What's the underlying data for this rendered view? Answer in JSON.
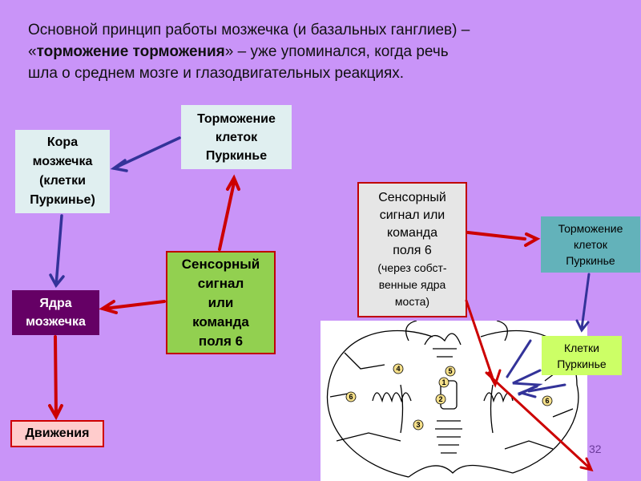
{
  "title": {
    "line1": "Основной принцип работы мозжечка (и базальных ганглиев) –",
    "quote_open": "«",
    "emphasis": "торможение торможения",
    "line2_rest": "» – уже упоминался, когда речь",
    "line3": "шла о среднем мозге и глазодвигательных реакциях."
  },
  "left_diagram": {
    "cortex": [
      "Кора",
      "мозжечка",
      "(клетки",
      "Пуркинье)"
    ],
    "inhibition": [
      "Торможение",
      "клеток",
      "Пуркинье"
    ],
    "nuclei": [
      "Ядра",
      "мозжечка"
    ],
    "signal": [
      "Сенсорный",
      "сигнал",
      "или",
      "команда",
      "поля 6"
    ],
    "movements": "Движения"
  },
  "right_diagram": {
    "signal": [
      "Сенсорный",
      "сигнал или",
      "команда",
      "поля 6"
    ],
    "signal_note": [
      "(через собст-",
      "венные ядра",
      "моста)"
    ],
    "inhibition": [
      "Торможение",
      "клеток",
      "Пуркинье"
    ],
    "purkinje": [
      "Клетки",
      "Пуркинье"
    ],
    "brain_labels": [
      "1",
      "2",
      "3",
      "4",
      "5",
      "6",
      "6"
    ]
  },
  "page_number": "32",
  "colors": {
    "background": "#c994f8",
    "red_arrow": "#cc0000",
    "blue_arrow": "#333399"
  }
}
